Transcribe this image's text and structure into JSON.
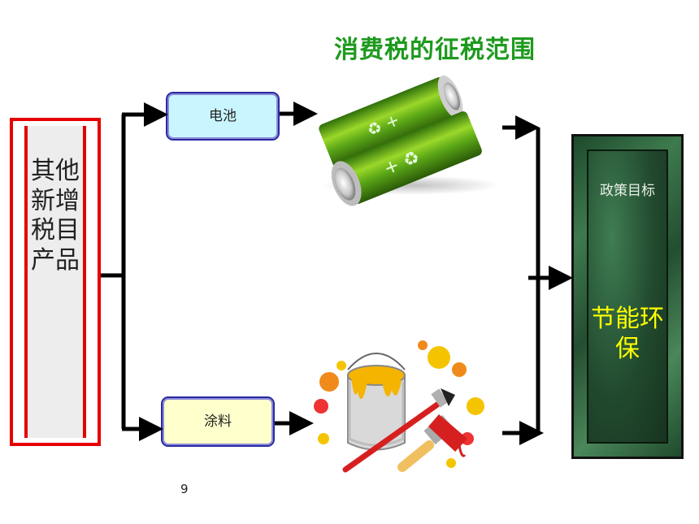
{
  "title": "消费税的征税范围",
  "left_box": {
    "text": "其他新增税目产品"
  },
  "categories": [
    {
      "label": "电池"
    },
    {
      "label": "涂料"
    }
  ],
  "right_box": {
    "label": "政策目标",
    "goal": "节能环保"
  },
  "page_number": "9",
  "colors": {
    "title": "#1e9a1e",
    "left_border": "#e60000",
    "battery_box": "#c9f5ff",
    "paint_box": "#ffffcc",
    "goal_text": "#ffff00"
  }
}
